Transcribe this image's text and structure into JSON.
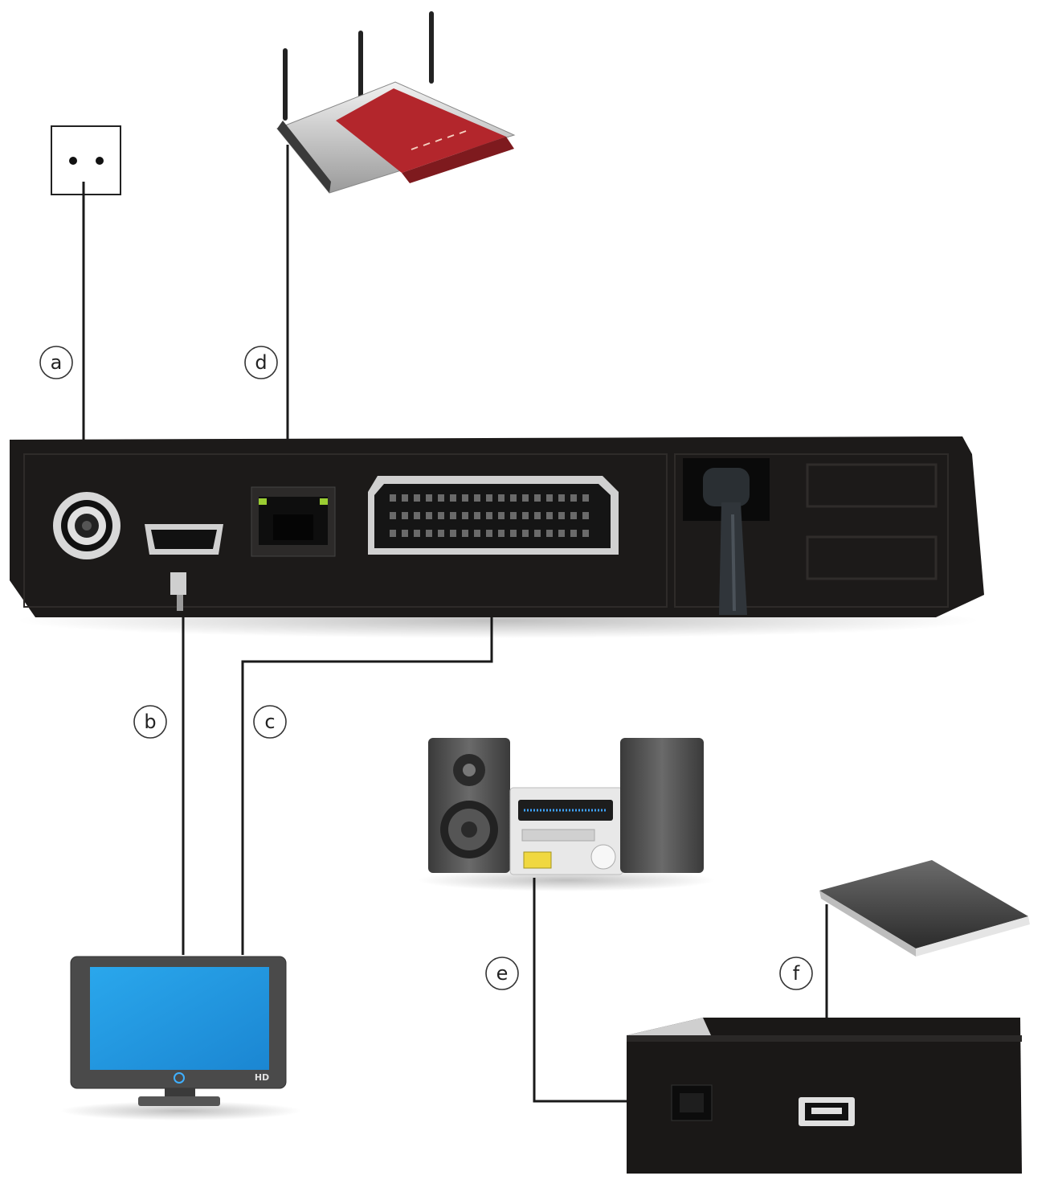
{
  "labels": {
    "a": "a",
    "b": "b",
    "c": "c",
    "d": "d",
    "e": "e",
    "f": "f"
  },
  "tv_badge": "HD",
  "colors": {
    "receiver_body": "#1c1a19",
    "router_red": "#b3262c",
    "tv_screen": "#1fa3e8",
    "cable": "#1a1a1a",
    "scart_led": "#9acd32"
  },
  "icons": [
    "wall-antenna-socket-icon",
    "router-icon",
    "receiver-icon",
    "tv-icon",
    "hifi-system-icon",
    "external-hdd-icon",
    "av-receiver-icon"
  ]
}
